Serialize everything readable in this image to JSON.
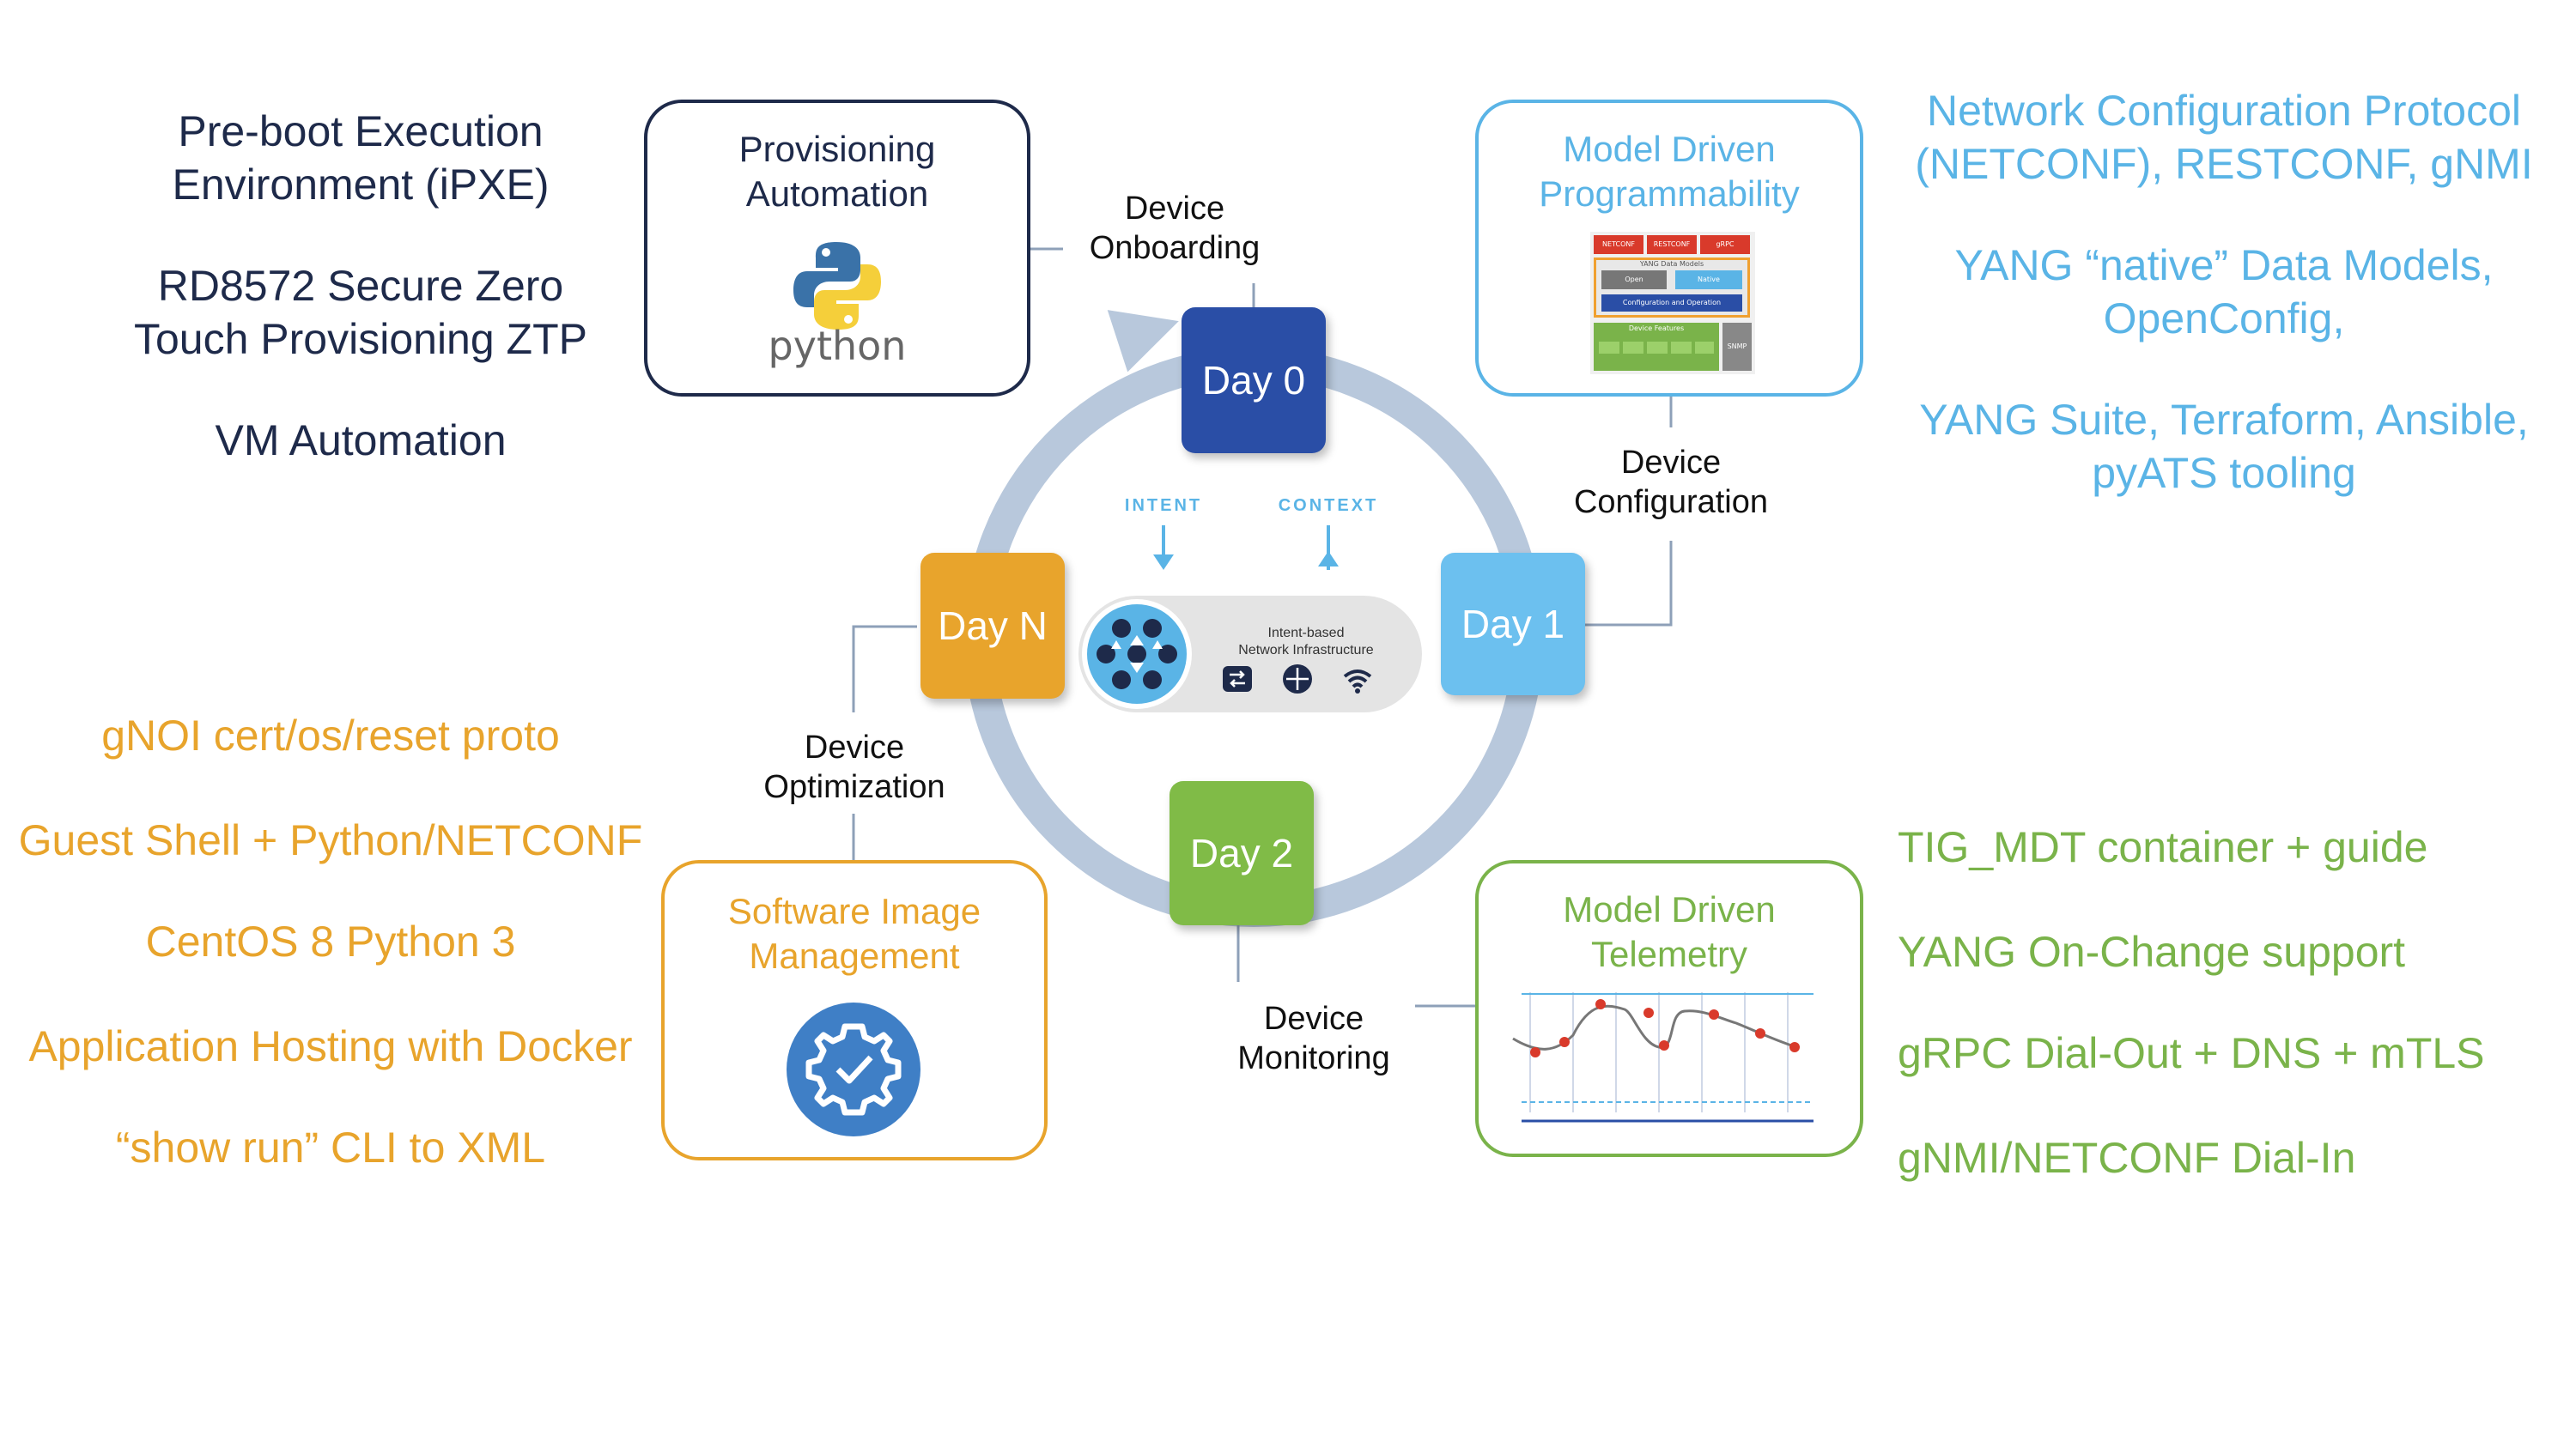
{
  "day0_notes": [
    "Pre-boot Execution",
    "Environment (iPXE)",
    "RD8572 Secure Zero",
    "Touch Provisioning ZTP",
    "VM Automation"
  ],
  "day1_notes": [
    "Network Configuration Protocol",
    "(NETCONF), RESTCONF, gNMI",
    "YANG “native” Data Models,",
    "OpenConfig,",
    "YANG Suite, Terraform, Ansible,",
    "pyATS tooling"
  ],
  "dayn_notes": [
    "gNOI cert/os/reset proto",
    "Guest Shell + Python/NETCONF",
    "CentOS 8 Python 3",
    "Application Hosting with Docker",
    "“show run” CLI to XML"
  ],
  "day2_notes": [
    "TIG_MDT container + guide",
    "YANG On-Change support",
    "gRPC Dial-Out + DNS + mTLS",
    "gNMI/NETCONF Dial-In"
  ],
  "cards": {
    "provisioning": [
      "Provisioning",
      "Automation"
    ],
    "programmability": [
      "Model Driven",
      "Programmability"
    ],
    "software": [
      "Software Image",
      "Management"
    ],
    "telemetry": [
      "Model Driven",
      "Telemetry"
    ]
  },
  "python_logo_text": "python",
  "phases": {
    "onboarding": [
      "Device",
      "Onboarding"
    ],
    "configuration": [
      "Device",
      "Configuration"
    ],
    "optimization": [
      "Device",
      "Optimization"
    ],
    "monitoring": [
      "Device",
      "Monitoring"
    ]
  },
  "days": {
    "day0": "Day 0",
    "day1": "Day 1",
    "day2": "Day 2",
    "dayn": "Day N"
  },
  "center": {
    "intent": "INTENT",
    "context": "CONTEXT",
    "ibn_line1": "Intent-based",
    "ibn_line2": "Network Infrastructure"
  },
  "mini_stack": {
    "top": [
      "NETCONF",
      "RESTCONF",
      "gRPC"
    ],
    "yang": "YANG Data Models",
    "mid": [
      "Open",
      "Native"
    ],
    "config": "Configuration and Operation",
    "features": "Device Features",
    "side": "SNMP"
  },
  "colors": {
    "navy": "#2a4ea6",
    "light_blue": "#5ab4e6",
    "orange": "#e8a42c",
    "green": "#7ab34a",
    "ring": "#b8c8dc",
    "dark_text": "#1e2a4a"
  }
}
